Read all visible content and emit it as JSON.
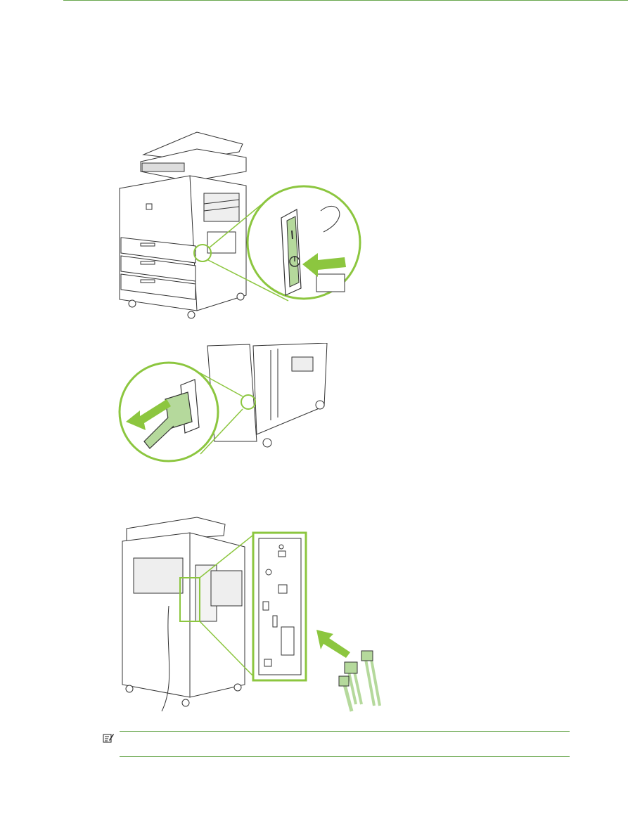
{
  "document": {
    "figures": [
      {
        "id": "figure-power-switch",
        "icons": [
          "printer-icon",
          "power-switch-icon",
          "push-arrow-icon"
        ]
      },
      {
        "id": "figure-unplug-power-cord",
        "icons": [
          "power-cord-icon",
          "pull-arrow-icon"
        ]
      },
      {
        "id": "figure-disconnect-cables",
        "icons": [
          "printer-rear-icon",
          "formatter-panel-icon",
          "cable-icon",
          "pull-arrow-icon"
        ]
      }
    ],
    "note": {
      "icon": "note-icon"
    }
  },
  "colors": {
    "accent": "#6aa84f",
    "callout_green": "#8cc63f",
    "cable_green": "#b5d99c",
    "line": "#333333"
  }
}
